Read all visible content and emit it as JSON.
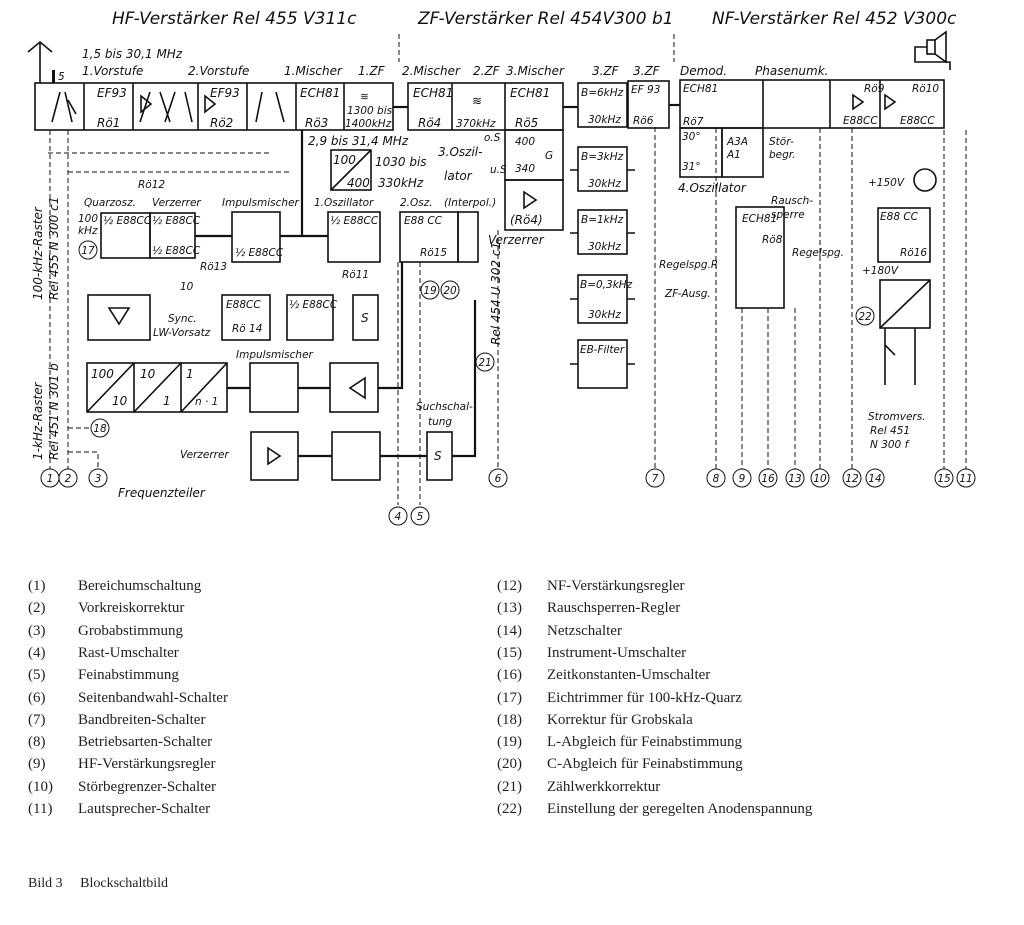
{
  "diagram": {
    "sections": {
      "hf": "HF-Verstärker Rel 455 V311c",
      "zf": "ZF-Verstärker Rel 454V300 b1",
      "nf": "NF-Verstärker Rel 452 V300c"
    },
    "labels": {
      "range": "1,5 bis 30,1 MHz",
      "vorstufe1": "1.Vorstufe",
      "vorstufe2": "2.Vorstufe",
      "mischer1": "1.Mischer",
      "zf1": "1.ZF",
      "mischer2": "2.Mischer",
      "zf2": "2.ZF",
      "mischer3": "3.Mischer",
      "zf3a": "3.ZF",
      "zf3b": "3.ZF",
      "demod": "Demod.",
      "phasen": "Phasenumk.",
      "ef93a": "EF93",
      "roe1": "Rö1",
      "ef93b": "EF93",
      "roe2": "Rö2",
      "ech81a": "ECH81",
      "roe3": "Rö3",
      "zf1freq1": "1300 bis",
      "zf1freq2": "1400kHz",
      "ech81b": "ECH81",
      "roe4": "Rö4",
      "zf2freq": "370kHz",
      "ech81c": "ECH81",
      "roe5": "Rö5",
      "b6": "B=6kHz",
      "b3": "B=3kHz",
      "b1": "B=1kHz",
      "b03": "B=0,3kHz",
      "eb": "EB-Filter",
      "khz30": "30kHz",
      "ef93c": "EF 93",
      "roe6": "Rö6",
      "ech81d": "ECH81",
      "roe7": "Rö7",
      "roe9": "Rö9",
      "roe10": "Rö10",
      "e88cc": "E88CC",
      "osz2range": "2,9 bis 31,4 MHz",
      "r100": "100",
      "r400": "400",
      "f1030": "1030 bis",
      "f330": "330kHz",
      "osz3a": "3.Oszil-",
      "osz3b": "lator",
      "os": "o.S",
      "us": "u.S",
      "q400": "400",
      "q340": "340",
      "g": "G",
      "roe4b": "(Rö4)",
      "verzerrer": "Verzerrer",
      "a3a": "A3A",
      "a1": "A1",
      "stoer1": "Stör-",
      "stoer2": "begr.",
      "deg30": "30°",
      "deg31": "31°",
      "osz4": "4.Oszillator",
      "rausch1": "Rausch-",
      "rausch2": "sperre",
      "ech81e": "ECH81",
      "roe8": "Rö8",
      "plus150": "+150V",
      "e88cc16": "E88 CC",
      "roe16": "Rö16",
      "regelspgR": "Regelspg.R",
      "regelspg": "Regelspg.",
      "plus180": "+180V",
      "zfausg": "ZF-Ausg.",
      "roe12": "Rö12",
      "quarz": "Quarzosz.",
      "verzerrer2": "Verzerrer",
      "impuls": "Impulsmischer",
      "osz1": "1.Oszillator",
      "osz2": "2.Osz.",
      "interpol": "(Interpol.)",
      "half": "½ E88CC",
      "k100a": "100",
      "k100b": "kHz",
      "roe13": "Rö13",
      "roe11": "Rö11",
      "e88cc15": "E88 CC",
      "roe15": "Rö15",
      "raster100": "100-kHz-Raster",
      "rel455": "Rel 455 N 300 c1",
      "sync1": "Sync.",
      "sync2": "LW-Vorsatz",
      "ten": "10",
      "roe14": "Rö 14",
      "s": "S",
      "impuls2": "Impulsmischer",
      "ft100": "100",
      "ft10": "10",
      "ft10b": "10",
      "ft1": "1",
      "ft1b": "1",
      "ftn": "n · 1",
      "raster1": "1-kHz-Raster",
      "rel451": "Rel 451 N 301 b",
      "rel454": "Rel 454 U 302 c1",
      "such1": "Suchschal-",
      "such2": "tung",
      "verzerrer3": "Verzerrer",
      "freqteiler": "Frequenzteiler",
      "strom1": "Stromvers.",
      "strom2": "Rel 451",
      "strom3": "N 300 f",
      "ant5": "5"
    },
    "callouts": [
      "1",
      "2",
      "3",
      "4",
      "5",
      "6",
      "7",
      "8",
      "9",
      "16",
      "13",
      "10",
      "12",
      "14",
      "15",
      "11",
      "17",
      "18",
      "19",
      "20",
      "21",
      "22"
    ]
  },
  "legend": [
    {
      "num": "(1)",
      "text": "Bereichumschaltung"
    },
    {
      "num": "(2)",
      "text": "Vorkreiskorrektur"
    },
    {
      "num": "(3)",
      "text": "Grobabstimmung"
    },
    {
      "num": "(4)",
      "text": "Rast-Umschalter"
    },
    {
      "num": "(5)",
      "text": "Feinabstimmung"
    },
    {
      "num": "(6)",
      "text": "Seitenbandwahl-Schalter"
    },
    {
      "num": "(7)",
      "text": "Bandbreiten-Schalter"
    },
    {
      "num": "(8)",
      "text": "Betriebsarten-Schalter"
    },
    {
      "num": "(9)",
      "text": "HF-Verstärkungsregler"
    },
    {
      "num": "(10)",
      "text": "Störbegrenzer-Schalter"
    },
    {
      "num": "(11)",
      "text": "Lautsprecher-Schalter"
    },
    {
      "num": "(12)",
      "text": "NF-Verstärkungsregler"
    },
    {
      "num": "(13)",
      "text": "Rauschsperren-Regler"
    },
    {
      "num": "(14)",
      "text": "Netzschalter"
    },
    {
      "num": "(15)",
      "text": "Instrument-Umschalter"
    },
    {
      "num": "(16)",
      "text": "Zeitkonstanten-Umschalter"
    },
    {
      "num": "(17)",
      "text": "Eichtrimmer für 100-kHz-Quarz"
    },
    {
      "num": "(18)",
      "text": "Korrektur für Grobskala"
    },
    {
      "num": "(19)",
      "text": "L-Abgleich für Feinabstimmung"
    },
    {
      "num": "(20)",
      "text": "C-Abgleich für Feinabstimmung"
    },
    {
      "num": "(21)",
      "text": "Zählwerkkorrektur"
    },
    {
      "num": "(22)",
      "text": "Einstellung der geregelten Anodenspannung"
    }
  ],
  "caption": {
    "figure": "Bild 3",
    "title": "Blockschaltbild"
  }
}
